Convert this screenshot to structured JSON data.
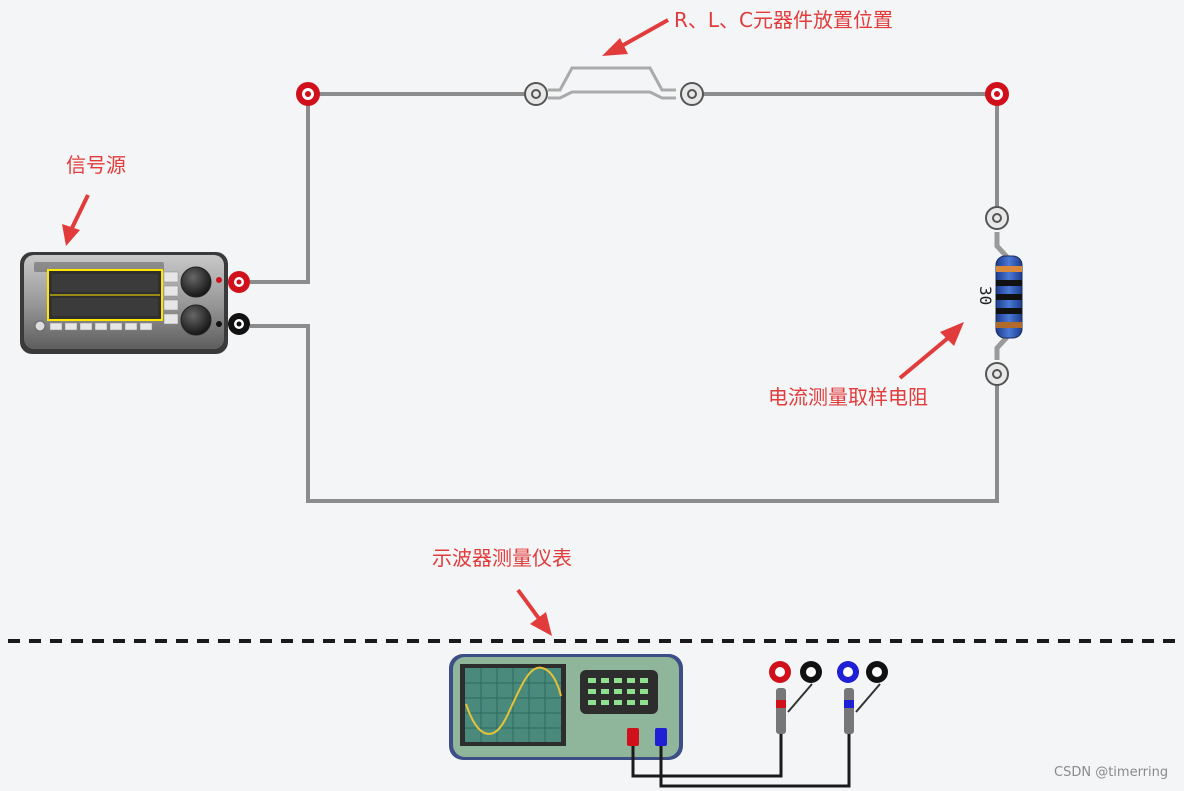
{
  "annotations": {
    "rlc_position": "R、L、C元器件放置位置",
    "signal_source": "信号源",
    "sampling_resistor": "电流测量取样电阻",
    "oscilloscope": "示波器测量仪表"
  },
  "resistor": {
    "value_label": "30"
  },
  "watermark": "CSDN @timerring",
  "colors": {
    "annotation": "#e23b3b",
    "wire": "#8c8c8c",
    "terminal_red": "#d0101a",
    "terminal_black": "#111111",
    "terminal_blue": "#1f1fd6",
    "scope_body": "#8fb59a",
    "scope_screen_wave": "#e3c23a",
    "resistor_body": "#2a50a8"
  },
  "icons": [
    "arrow-icon",
    "terminal-red-icon",
    "terminal-black-icon",
    "terminal-blue-icon",
    "terminal-white-icon"
  ]
}
